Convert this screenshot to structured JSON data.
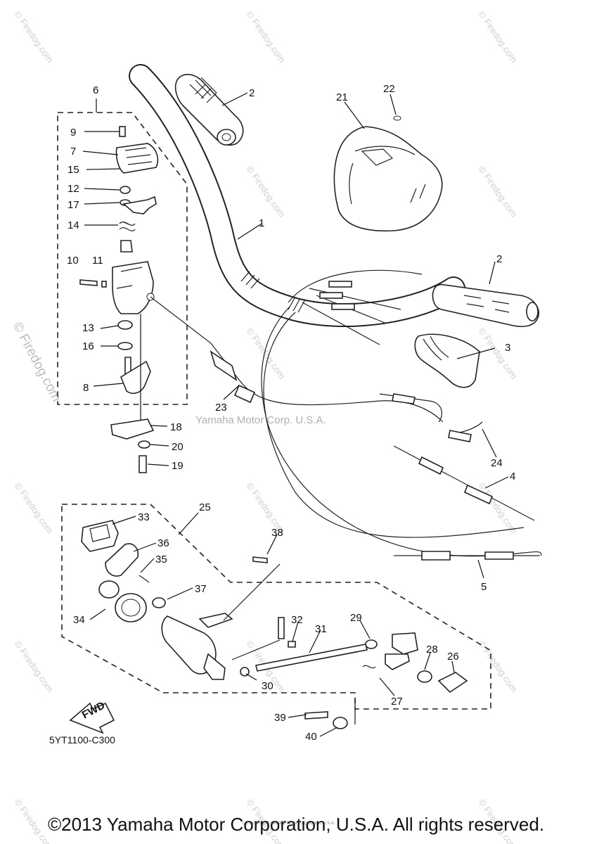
{
  "diagram": {
    "code": "5YT1100-C300",
    "overlay_text": "Yamaha Motor Corp. U.S.A.",
    "side_watermark": "© Firedog.com",
    "watermark": "© Firedog.com",
    "fwd_label": "FWD",
    "small_print": "(c) 2000-2015 Yamaha Motor Corporation, U.S.A.",
    "callouts": [
      "1",
      "2",
      "2",
      "3",
      "4",
      "5",
      "6",
      "7",
      "8",
      "9",
      "11",
      "10",
      "12",
      "13",
      "14",
      "15",
      "16",
      "17",
      "18",
      "19",
      "20",
      "21",
      "22",
      "23",
      "24",
      "25",
      "26",
      "27",
      "28",
      "29",
      "30",
      "31",
      "32",
      "33",
      "34",
      "35",
      "36",
      "37",
      "38",
      "39",
      "40"
    ]
  },
  "footer": {
    "copyright": "©2013 Yamaha Motor Corporation, U.S.A. All rights reserved."
  }
}
